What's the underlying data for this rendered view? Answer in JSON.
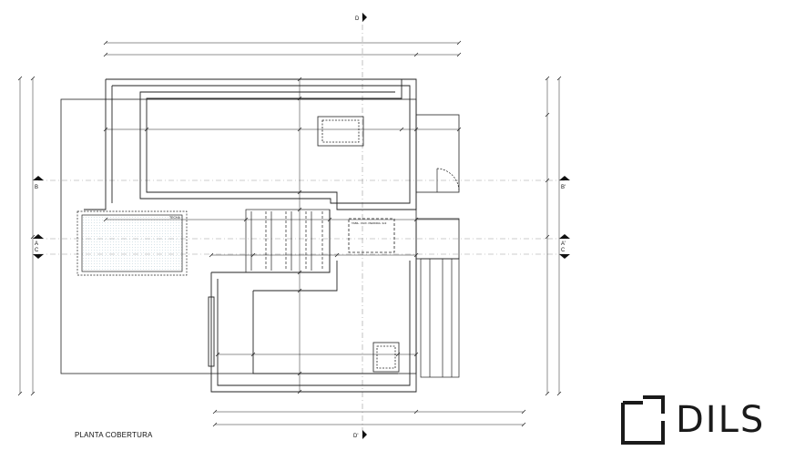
{
  "plan": {
    "title": "PLANTA COBERTURA",
    "sections": {
      "d_top": "D",
      "d_bottom": "D'",
      "b_left": "B",
      "b_right": "B'",
      "a_left": "A",
      "a_right": "A'",
      "c_left": "C",
      "c_right": "C"
    },
    "labels": {
      "terrace": "TECHA",
      "roof_note": "TABIL. CAIX. PERDIDA. 3x3"
    }
  },
  "brand": {
    "name": "DILS",
    "color": "#1a1a1a"
  }
}
